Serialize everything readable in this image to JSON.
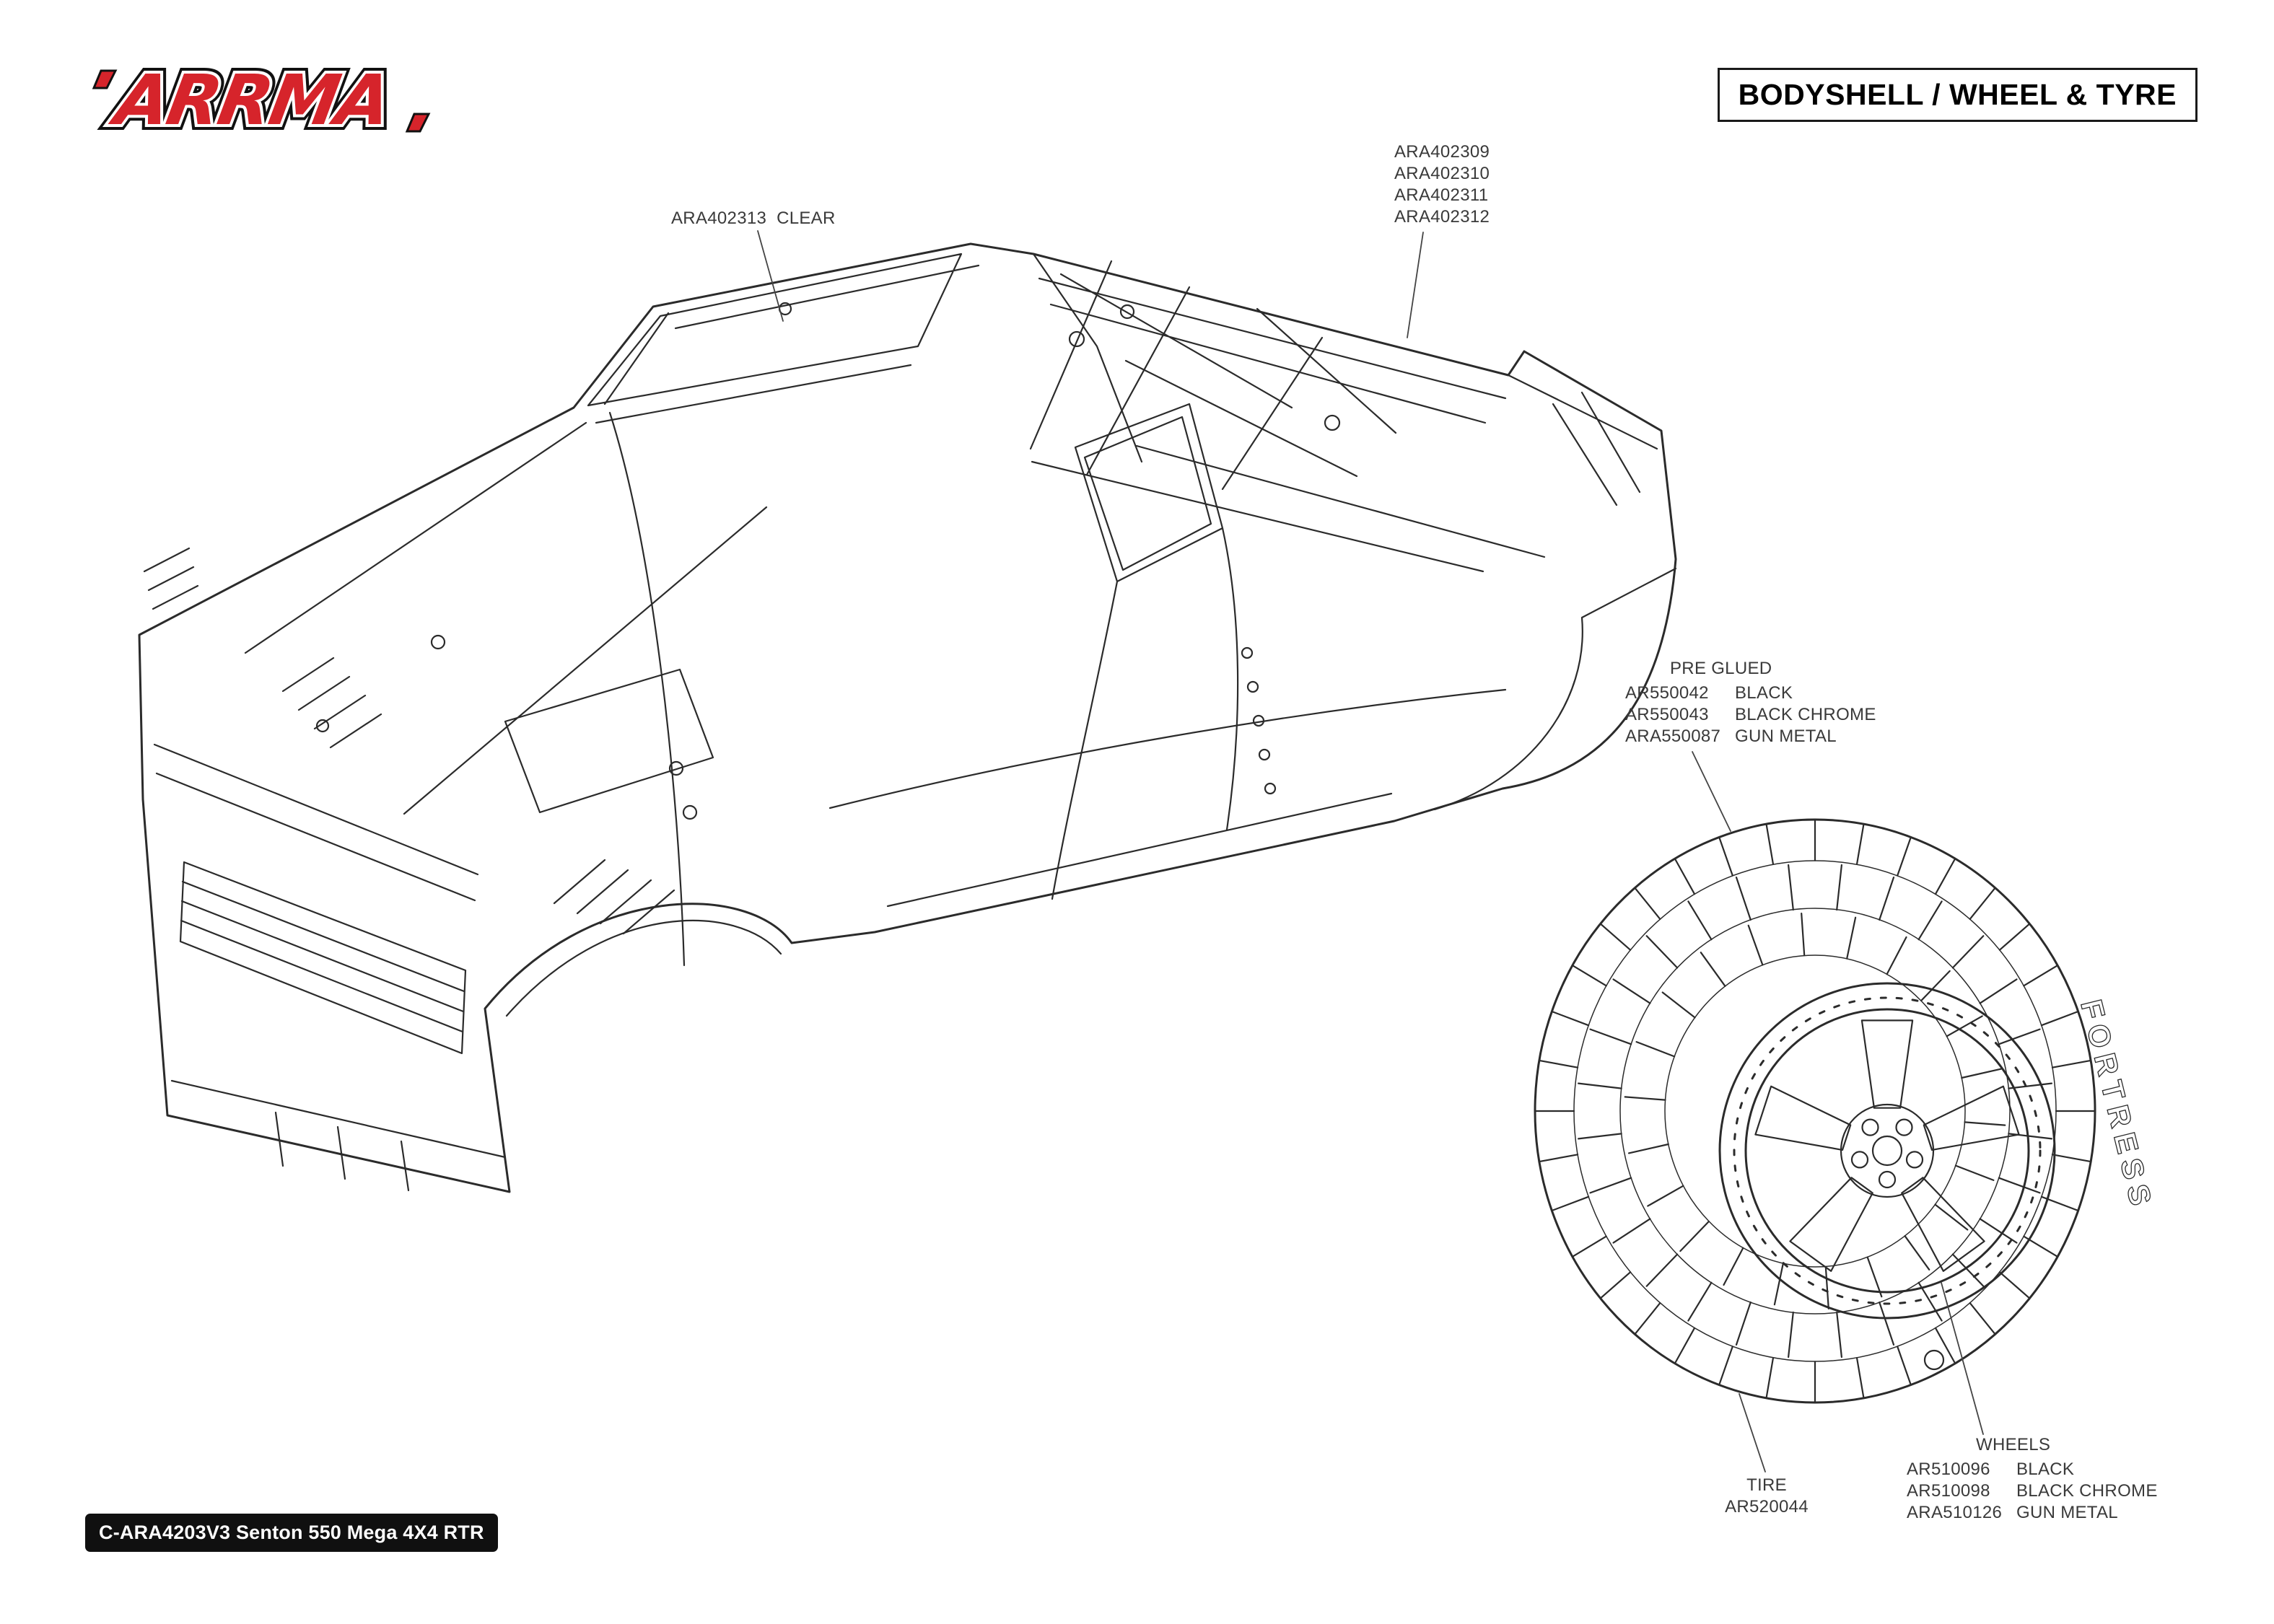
{
  "page": {
    "brand": "ARRMA",
    "title": "BODYSHELL / WHEEL & TYRE",
    "footer_badge": "C-ARA4203V3 Senton 550 Mega 4X4 RTR",
    "accent_red": "#d6242b",
    "line_color": "#2b2b2b"
  },
  "diagram": {
    "bodyshell": {
      "clear_label": {
        "part": "ARA402313",
        "desc": "CLEAR"
      },
      "painted_parts": [
        "ARA402309",
        "ARA402310",
        "ARA402311",
        "ARA402312"
      ]
    },
    "wheel_tyre": {
      "pre_glued": {
        "title": "PRE GLUED",
        "rows": [
          {
            "part": "AR550042",
            "desc": "BLACK"
          },
          {
            "part": "AR550043",
            "desc": "BLACK CHROME"
          },
          {
            "part": "ARA550087",
            "desc": "GUN METAL"
          }
        ]
      },
      "tire": {
        "title": "TIRE",
        "part": "AR520044"
      },
      "wheels": {
        "title": "WHEELS",
        "rows": [
          {
            "part": "AR510096",
            "desc": "BLACK"
          },
          {
            "part": "AR510098",
            "desc": "BLACK CHROME"
          },
          {
            "part": "ARA510126",
            "desc": "GUN METAL"
          }
        ]
      },
      "tire_sidewall_text": "FORTRESS"
    }
  }
}
